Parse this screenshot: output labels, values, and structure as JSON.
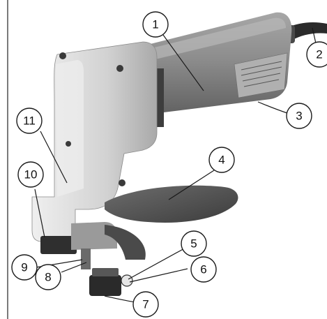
{
  "figure": {
    "subject": "shear-tool",
    "callouts": [
      "1",
      "2",
      "3",
      "4",
      "5",
      "6",
      "7",
      "8",
      "9",
      "10",
      "11"
    ]
  },
  "colors": {
    "background": "#ffffff",
    "tool_body": "#8e8e8e",
    "head_casting": "#d6d6d6",
    "support_plate": "#5a5a5a",
    "cord": "#2b2b2b",
    "border_line": "#222222"
  }
}
